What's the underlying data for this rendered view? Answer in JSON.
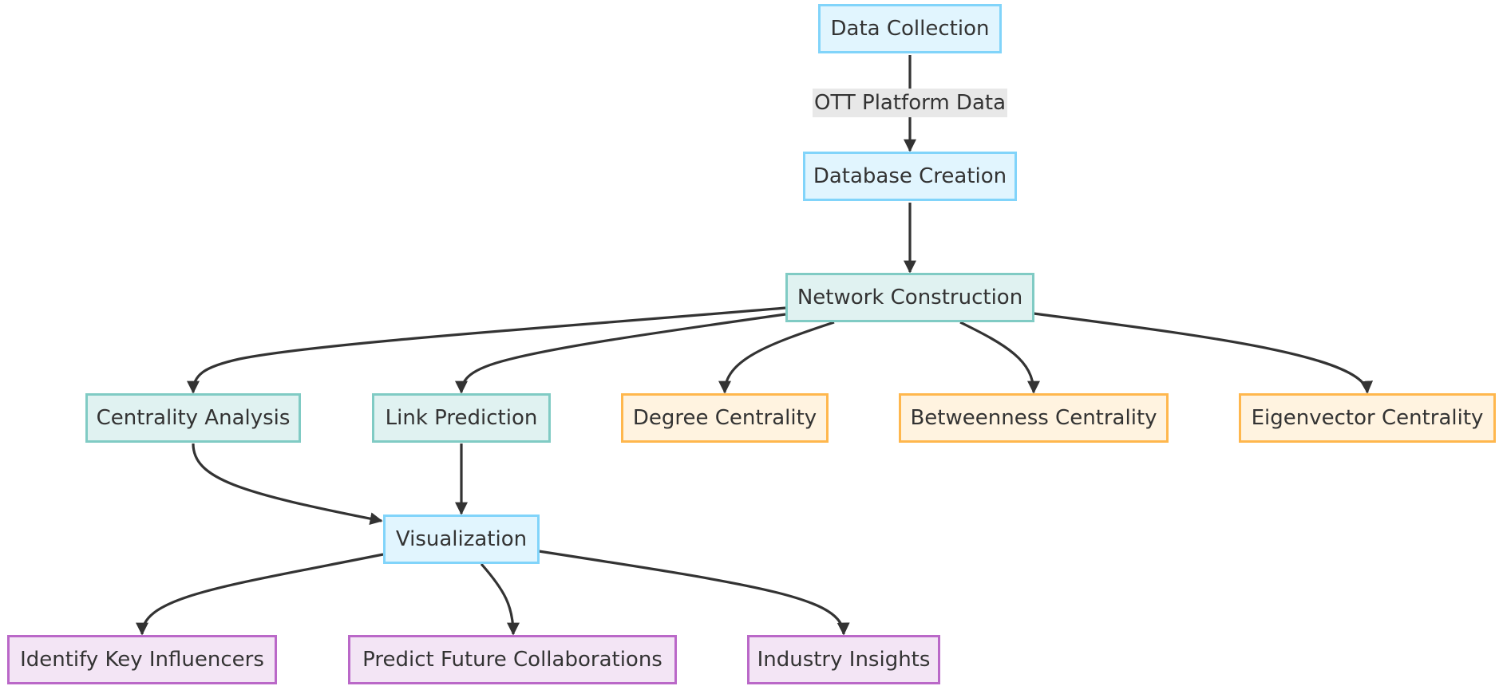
{
  "nodes": {
    "data_collection": "Data Collection",
    "database_creation": "Database Creation",
    "network_construction": "Network Construction",
    "centrality_analysis": "Centrality Analysis",
    "link_prediction": "Link Prediction",
    "degree_centrality": "Degree Centrality",
    "betweenness_centrality": "Betweenness Centrality",
    "eigenvector_centrality": "Eigenvector Centrality",
    "visualization": "Visualization",
    "identify_key_influencers": "Identify Key Influencers",
    "predict_future_collaborations": "Predict Future Collaborations",
    "industry_insights": "Industry Insights"
  },
  "edge_labels": {
    "data_to_database": "OTT Platform Data"
  },
  "edges": [
    {
      "from": "data_collection",
      "to": "database_creation",
      "label": "OTT Platform Data"
    },
    {
      "from": "database_creation",
      "to": "network_construction"
    },
    {
      "from": "network_construction",
      "to": "centrality_analysis"
    },
    {
      "from": "network_construction",
      "to": "link_prediction"
    },
    {
      "from": "network_construction",
      "to": "degree_centrality"
    },
    {
      "from": "network_construction",
      "to": "betweenness_centrality"
    },
    {
      "from": "network_construction",
      "to": "eigenvector_centrality"
    },
    {
      "from": "centrality_analysis",
      "to": "visualization"
    },
    {
      "from": "link_prediction",
      "to": "visualization"
    },
    {
      "from": "visualization",
      "to": "identify_key_influencers"
    },
    {
      "from": "visualization",
      "to": "predict_future_collaborations"
    },
    {
      "from": "visualization",
      "to": "industry_insights"
    }
  ],
  "colors": {
    "process_fill": "#e1f5fe",
    "process_border": "#81d4fa",
    "analysis_fill": "#e0f2f1",
    "analysis_border": "#80cbc4",
    "metric_fill": "#fff3e0",
    "metric_border": "#ffb74d",
    "outcome_fill": "#f3e5f5",
    "outcome_border": "#ba68c8",
    "edge": "#333333",
    "edge_label_bg": "#e8e8e8"
  }
}
